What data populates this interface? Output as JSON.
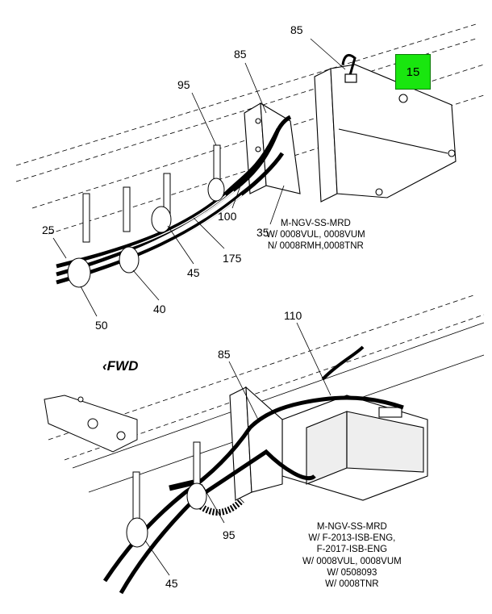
{
  "callouts": {
    "top": [
      "85",
      "85",
      "95",
      "100",
      "25",
      "35",
      "175",
      "45",
      "40",
      "50"
    ],
    "bottom": [
      "110",
      "85",
      "95",
      "45"
    ]
  },
  "highlight_label": "15",
  "direction_label": "FWD",
  "notes": {
    "top": [
      "M-NGV-SS-MRD",
      "W/ 0008VUL, 0008VUM",
      "N/ 0008RMH,0008TNR"
    ],
    "bottom": [
      "M-NGV-SS-MRD",
      "W/ F-2013-ISB-ENG,",
      "F-2017-ISB-ENG",
      "W/ 0008VUL, 0008VUM",
      "W/ 0508093",
      "W/ 0008TNR"
    ]
  },
  "colors": {
    "highlight": "#19e60f",
    "line": "#000000"
  }
}
